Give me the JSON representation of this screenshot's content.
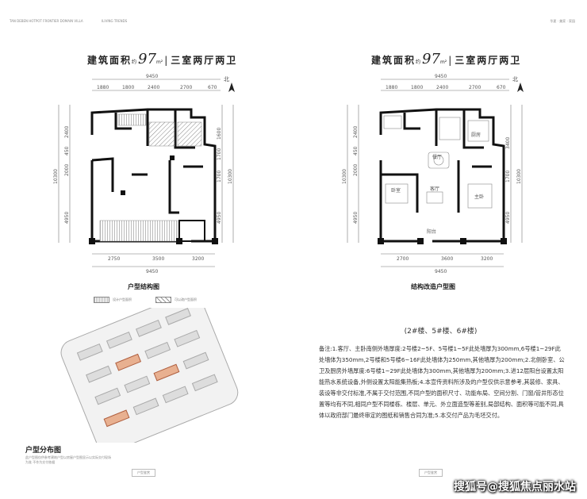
{
  "left_page": {
    "top_left_small": "TAN DEBEN HOTPOT FRONTIER DOMAIN VILLA",
    "top_mid_small": "ILIVING TRENDS",
    "title_prefix": "建筑面积",
    "title_about": "约",
    "title_area": "97",
    "title_unit": "m²",
    "title_separator": "|",
    "title_layout": "三室两厅两卫",
    "north_label": "北",
    "top_dims_total": "9450",
    "top_dims": [
      "1880",
      "1800",
      "2400",
      "2700",
      "670"
    ],
    "left_dims_total": "10300",
    "left_dims": [
      "2400",
      "450",
      "2000",
      "4950"
    ],
    "right_dims_total": "10300",
    "right_dims": [
      "1600",
      "1700",
      "1700",
      "4950"
    ],
    "bottom_dims": [
      "2750",
      "3500",
      "3200"
    ],
    "bottom_dims_total": "9450",
    "plan_caption": "户型结构图",
    "legend_dotted": "设计户型面积",
    "legend_hatched": "可以改户型面积",
    "distribution_caption": "户型分布图",
    "distribution_note": "此户型图仅供参考建筑户型以房屋户型图显示以实际交付现场为准 不作为交付依据",
    "footer": "户型鉴赏"
  },
  "right_page": {
    "top_right_small": "华夏 · 美家 · 家园",
    "title_prefix": "建筑面积",
    "title_about": "约",
    "title_area": "97",
    "title_unit": "m²",
    "title_separator": "|",
    "title_layout": "三室两厅两卫",
    "north_label": "北",
    "top_dims_total": "9450",
    "top_dims": [
      "1880",
      "1800",
      "2400",
      "2700",
      "670"
    ],
    "left_dims_total": "10300",
    "left_dims": [
      "2400",
      "450",
      "2000",
      "4950"
    ],
    "right_dims_total": "10300",
    "right_dims": [
      "3400",
      "1700",
      "4950"
    ],
    "bottom_dims": [
      "2700",
      "3600",
      "3200"
    ],
    "bottom_dims_total": "9450",
    "room_labels": {
      "dining": "餐厅",
      "living": "客厅",
      "bedroom": "卧室",
      "master": "主卧",
      "kitchen": "厨房",
      "balcony": "阳台"
    },
    "plan_caption": "结构改造户型图",
    "buildings": "(2#楼、5#楼、6#楼)",
    "note": "备注:1.客厅、主卧南侧外墙厚度:2号楼2~5F、5号楼1~5F此处墙厚为300mm,6号楼1~29F此处墙体为350mm,2号楼和5号楼6~16F此处墙体为250mm,其他墙厚为200mm;2.北侧卧室、公卫及厨房外墙厚度:6号楼1~29F此处墙体为300mm,其他墙厚为200mm;3.进12层阳台设置太阳能热水系统设备,外侧设置太阳能集热板;4.本宣传资料所涉及的户型仅供示意参考,其装修、家具、装设等非交付标准,不属于交付范围,不同户型的面积尺寸、功能布局、空间分割、门窗/管井形态位置等均有不同,相同户型不同楼栋、楼层、单元、外立面造型等差别,局部结构、面积等可能不同,具体以政府部门最终审定的图纸和销售合同为准;5.本交付产品为毛坯交付。",
    "footer": "户型鉴赏"
  },
  "watermark": "搜狐号@搜狐焦点丽水站"
}
